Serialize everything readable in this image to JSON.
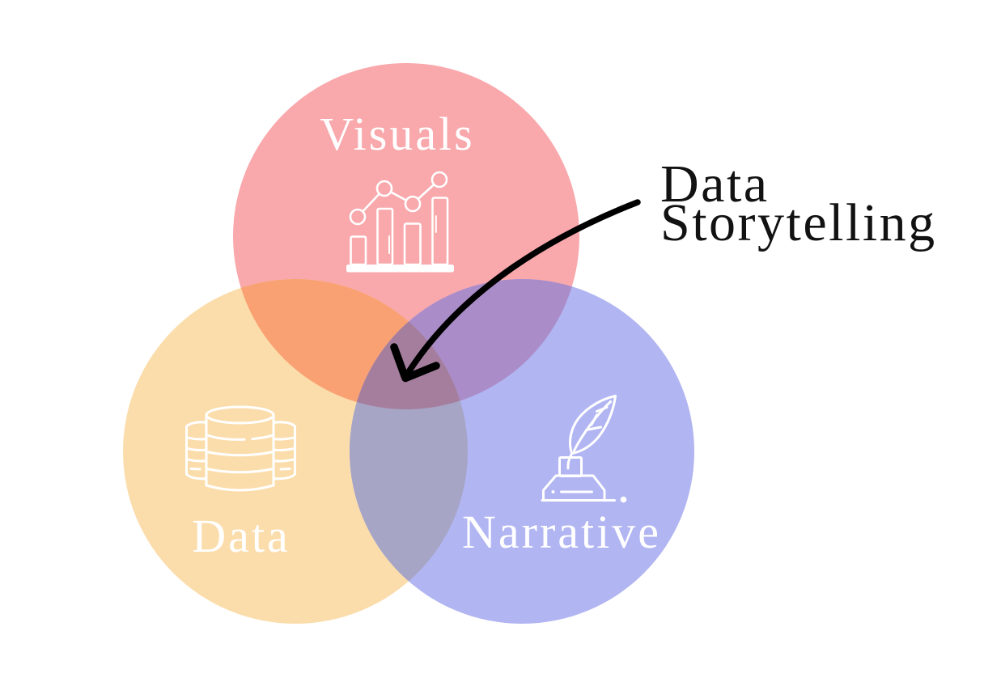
{
  "background_color": "#FFFFFF",
  "venn": {
    "label_color": "#FFFFFF",
    "visuals": {
      "label": "Visuals",
      "color": "#F9A8AC",
      "icon": "bar-chart-icon"
    },
    "data": {
      "label": "Data",
      "color": "#FBDDAC",
      "icon": "database-icon"
    },
    "narrative": {
      "label": "Narrative",
      "color": "#B1B5F2",
      "icon": "quill-inkwell-icon"
    },
    "overlaps": {
      "visuals_data": "#F9A173",
      "visuals_narrative": "#AA8CC8",
      "data_narrative": "#A7A5C5",
      "center": "#A57E9E"
    }
  },
  "annotation": {
    "line1": "Data",
    "line2": "Storytelling",
    "text_color": "#121212",
    "arrow_color": "#000000"
  }
}
